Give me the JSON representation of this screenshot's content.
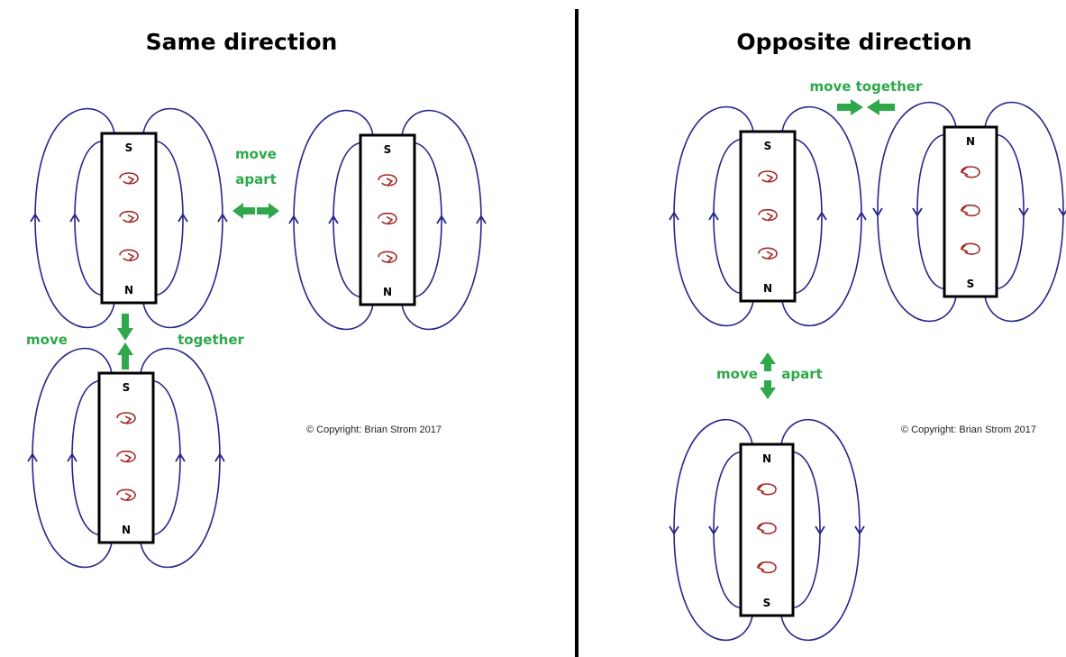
{
  "left_panel": {
    "title": "Same direction",
    "move_apart": [
      "move",
      "apart"
    ],
    "move_together": [
      "move",
      "together"
    ],
    "copyright": "© Copyright: Brian Strom 2017",
    "magnets": [
      {
        "id": "left-top",
        "top_pole": "S",
        "bottom_pole": "N",
        "spin": "cw"
      },
      {
        "id": "right",
        "top_pole": "S",
        "bottom_pole": "N",
        "spin": "cw"
      },
      {
        "id": "left-bottom",
        "top_pole": "S",
        "bottom_pole": "N",
        "spin": "cw"
      }
    ]
  },
  "right_panel": {
    "title": "Opposite direction",
    "move_together": "move together",
    "move_apart": [
      "move",
      "apart"
    ],
    "copyright": "© Copyright: Brian Strom 2017",
    "magnets": [
      {
        "id": "left-top",
        "top_pole": "S",
        "bottom_pole": "N",
        "spin": "cw"
      },
      {
        "id": "right",
        "top_pole": "N",
        "bottom_pole": "S",
        "spin": "ccw"
      },
      {
        "id": "bottom",
        "top_pole": "N",
        "bottom_pole": "S",
        "spin": "ccw"
      }
    ]
  },
  "colors": {
    "field_lines": "#26268c",
    "spin_arrows": "#a52a2a",
    "motion_arrows": "#2ea84a",
    "magnet_border": "#000000"
  }
}
